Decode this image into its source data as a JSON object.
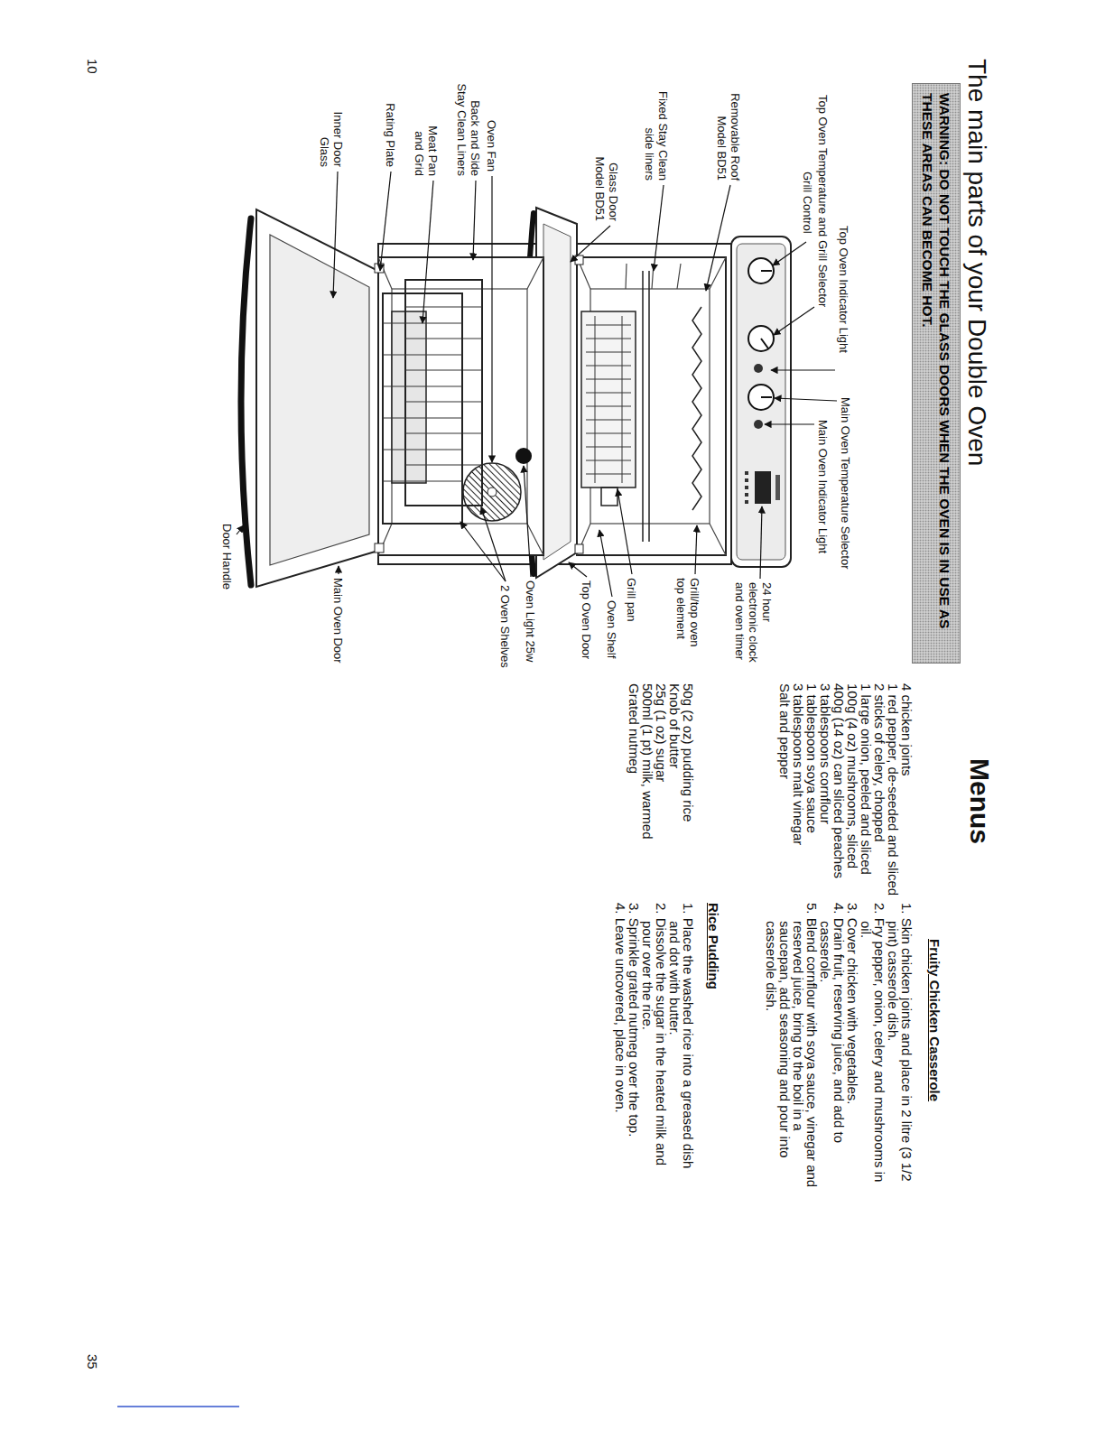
{
  "diagram": {
    "title": "The main parts of your Double Oven",
    "nodes": [
      {
        "text": [
          "WARNING: DO NOT TOUCH THE GLASS DOORS WHEN THE OVEN IS IN USE AS THESE AREAS CAN BECOME HOT."
        ]
      }
    ],
    "labels": [
      "Top Oven Indicator Light",
      "Top Oven Temperature and Grill Selector",
      "Grill Control",
      "Main Oven Temperature Selector",
      "Main Oven Indicator Light",
      "Removable Roof Model BD51",
      "Fixed Stay Clean side liners",
      "Glass Door Model BD51",
      "Oven Fan",
      "Back and Side Stay Clean Liners",
      "Meat Pan and Grid",
      "Rating Plate",
      "Inner Door Glass",
      "24 hour electronic clock and oven timer",
      "Grill/top oven top element",
      "Grill pan",
      "Oven Shelf",
      "Top Oven Door",
      "Oven Light 25w",
      "2 Oven Shelves",
      "Main Oven Door",
      "Door Handle",
      "10",
      "Menus",
      "Fruity Chicken Casserole",
      "4 chicken joints",
      "1 red pepper, de-seeded and sliced",
      "2 sticks of celery, chopped",
      "1 large onion, peeled and sliced",
      "100g (4 oz) mushrooms, sliced",
      "400g (14 oz) can sliced peaches",
      "3 tablespoons cornflour",
      "1 tablespoon soya sauce",
      "3 tablespoons malt vinegar",
      "Salt and pepper",
      "1. Skin chicken joints and place in 2 litre (3 1/2 pint) casserole dish.",
      "2. Fry pepper, onion, celery and mushrooms in oil.",
      "3. Cover chicken with vegetables.",
      "4. Drain fruit, reserving juice, and add to casserole.",
      "5. Blend cornflour with soya sauce, vinegar and reserved juice, bring to the boil in a saucepan, add seasoning and pour into casserole dish.",
      "Rice Pudding",
      "50g (2 oz) pudding rice",
      "Knob of butter",
      "25g (1 oz) sugar",
      "500ml (1 pt) milk, warmed",
      "Grated nutmeg",
      "1. Place the washed rice into a greased dish and dot with butter.",
      "2. Dissolve the sugar in the heated milk and pour over the rice.",
      "3. Sprinkle grated nutmeg over the top.",
      "4. Leave uncovered, place in oven.",
      "35"
    ]
  }
}
